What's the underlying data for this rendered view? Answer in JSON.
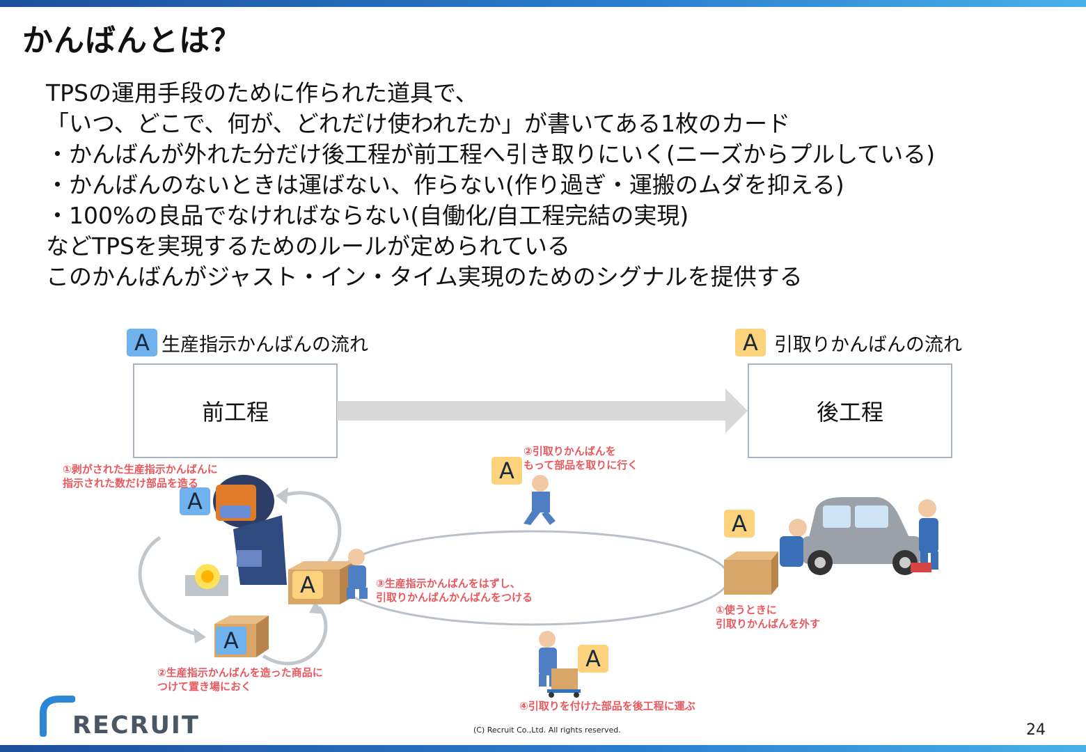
{
  "title": "かんばんとは？",
  "body_lines": [
    "TPSの運用手段のために作られた道具で、",
    "「いつ、どこで、何が、どれだけ使われたか」が書いてある1枚のカード",
    "・かんばんが外れた分だけ後工程が前工程へ引き取りにいく(ニーズからプルしている)",
    "・かんばんのないときは運ばない、作らない(作り過ぎ・運搬のムダを抑える)",
    "・100%の良品でなければならない(自働化/自工程完結の実現)",
    "などTPSを実現するためのルールが定められている",
    "このかんばんがジャスト・イン・タイム実現のためのシグナルを提供する"
  ],
  "badge_letter": "A",
  "legend": {
    "production": "生産指示かんばんの流れ",
    "withdrawal": "引取りかんばんの流れ"
  },
  "process": {
    "upstream": "前工程",
    "downstream": "後工程"
  },
  "notes": {
    "n1_line1": "①剥がされた生産指示かんばんに",
    "n1_line2": "指示された数だけ部品を造る",
    "n2_line1": "②生産指示かんばんを造った商品に",
    "n2_line2": "つけて置き場におく",
    "n3_line1": "③生産指示かんばんをはずし、",
    "n3_line2": "引取りかんばんかんばんをつける",
    "n4": "④引取りを付けた部品を後工程に運ぶ",
    "r1_line1": "①使うときに",
    "r1_line2": "引取りかんばんを外す",
    "r2_line1": "②引取りかんばんを",
    "r2_line2": "もって部品を取りに行く"
  },
  "footer": {
    "logo": "RECRUIT",
    "copyright": "(C) Recruit Co.,Ltd. All rights reserved.",
    "page": "24"
  },
  "colors": {
    "badge_blue": "#6fb2ee",
    "badge_yellow": "#fcd37c",
    "note_red": "#e9585d",
    "arrow_gray": "#d9d9d9"
  }
}
